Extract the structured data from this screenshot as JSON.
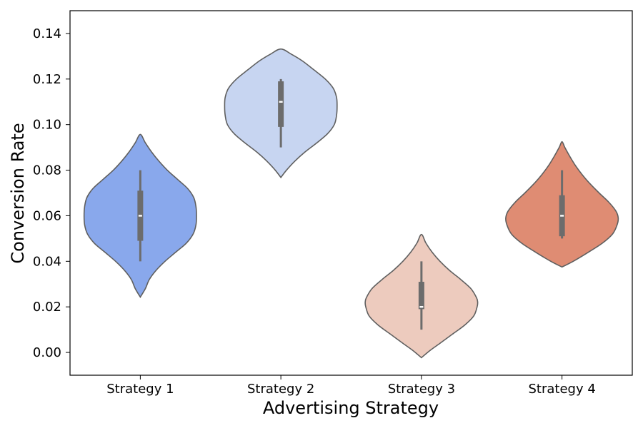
{
  "chart_data": {
    "type": "violin",
    "title": "",
    "xlabel": "Advertising Strategy",
    "ylabel": "Conversion Rate",
    "ylim": [
      -0.01,
      0.15
    ],
    "yticks": [
      0.0,
      0.02,
      0.04,
      0.06,
      0.08,
      0.1,
      0.12,
      0.14
    ],
    "ytick_labels": [
      "0.00",
      "0.02",
      "0.04",
      "0.06",
      "0.08",
      "0.10",
      "0.12",
      "0.14"
    ],
    "grid": false,
    "categories": [
      "Strategy 1",
      "Strategy 2",
      "Strategy 3",
      "Strategy 4"
    ],
    "colors": [
      "#89a8ec",
      "#c7d5f1",
      "#edcbbe",
      "#df8c73"
    ],
    "edge_color": "#5f5f5f",
    "box_color": "#6c6c6c",
    "violins": [
      {
        "name": "Strategy 1",
        "min": 0.04,
        "q1": 0.049,
        "median": 0.06,
        "q3": 0.071,
        "max": 0.08,
        "kde_low": 0.0243,
        "kde_high": 0.0957,
        "profile": [
          [
            0.0243,
            0.0
          ],
          [
            0.028,
            0.09
          ],
          [
            0.032,
            0.16
          ],
          [
            0.036,
            0.28
          ],
          [
            0.04,
            0.44
          ],
          [
            0.044,
            0.63
          ],
          [
            0.048,
            0.82
          ],
          [
            0.052,
            0.94
          ],
          [
            0.056,
            0.99
          ],
          [
            0.06,
            1.0
          ],
          [
            0.064,
            0.99
          ],
          [
            0.068,
            0.95
          ],
          [
            0.072,
            0.84
          ],
          [
            0.076,
            0.66
          ],
          [
            0.08,
            0.48
          ],
          [
            0.084,
            0.33
          ],
          [
            0.088,
            0.2
          ],
          [
            0.092,
            0.09
          ],
          [
            0.0957,
            0.0
          ]
        ]
      },
      {
        "name": "Strategy 2",
        "min": 0.09,
        "q1": 0.099,
        "median": 0.11,
        "q3": 0.119,
        "max": 0.12,
        "kde_low": 0.0768,
        "kde_high": 0.1332,
        "profile": [
          [
            0.0768,
            0.0
          ],
          [
            0.08,
            0.1
          ],
          [
            0.084,
            0.25
          ],
          [
            0.088,
            0.43
          ],
          [
            0.092,
            0.64
          ],
          [
            0.096,
            0.83
          ],
          [
            0.1,
            0.95
          ],
          [
            0.104,
            0.99
          ],
          [
            0.108,
            1.0
          ],
          [
            0.112,
            0.99
          ],
          [
            0.116,
            0.93
          ],
          [
            0.12,
            0.79
          ],
          [
            0.124,
            0.59
          ],
          [
            0.128,
            0.38
          ],
          [
            0.131,
            0.18
          ],
          [
            0.1332,
            0.0
          ]
        ]
      },
      {
        "name": "Strategy 3",
        "min": 0.01,
        "q1": 0.019,
        "median": 0.02,
        "q3": 0.031,
        "max": 0.04,
        "kde_low": -0.0023,
        "kde_high": 0.0518,
        "profile": [
          [
            -0.0023,
            0.0
          ],
          [
            0.001,
            0.16
          ],
          [
            0.004,
            0.33
          ],
          [
            0.008,
            0.55
          ],
          [
            0.012,
            0.77
          ],
          [
            0.016,
            0.93
          ],
          [
            0.02,
            0.99
          ],
          [
            0.022,
            1.0
          ],
          [
            0.024,
            0.98
          ],
          [
            0.028,
            0.88
          ],
          [
            0.032,
            0.7
          ],
          [
            0.036,
            0.5
          ],
          [
            0.04,
            0.33
          ],
          [
            0.044,
            0.19
          ],
          [
            0.048,
            0.08
          ],
          [
            0.0518,
            0.0
          ]
        ]
      },
      {
        "name": "Strategy 4",
        "min": 0.05,
        "q1": 0.051,
        "median": 0.06,
        "q3": 0.069,
        "max": 0.08,
        "kde_low": 0.0375,
        "kde_high": 0.0925,
        "profile": [
          [
            0.0375,
            0.0
          ],
          [
            0.04,
            0.2
          ],
          [
            0.044,
            0.47
          ],
          [
            0.048,
            0.72
          ],
          [
            0.052,
            0.9
          ],
          [
            0.056,
            0.98
          ],
          [
            0.059,
            1.0
          ],
          [
            0.062,
            0.96
          ],
          [
            0.066,
            0.83
          ],
          [
            0.07,
            0.66
          ],
          [
            0.074,
            0.5
          ],
          [
            0.078,
            0.36
          ],
          [
            0.082,
            0.24
          ],
          [
            0.086,
            0.14
          ],
          [
            0.09,
            0.05
          ],
          [
            0.0925,
            0.0
          ]
        ]
      }
    ]
  }
}
